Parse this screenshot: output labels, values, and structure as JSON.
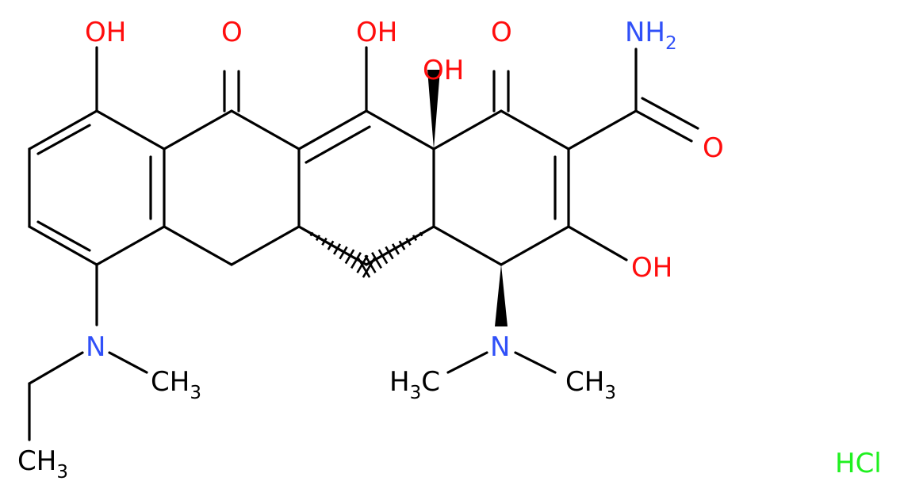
{
  "colors": {
    "bond": "#000000",
    "oxygen": "#ff0d0d",
    "nitrogen": "#3050f8",
    "carbon": "#000000",
    "chlorine": "#1ff01f"
  },
  "labels": {
    "oh_top_left": "OH",
    "o_ketone_left": "O",
    "oh_top_mid": "OH",
    "oh_stereo": "OH",
    "o_ketone_right": "O",
    "nh2": {
      "main": "NH",
      "sub": "2"
    },
    "o_amide": "O",
    "oh_enol_right": "OH",
    "n_left": "N",
    "ch3_left": {
      "main": "CH",
      "sub": "3"
    },
    "ch3_ethyl": {
      "main": "CH",
      "sub": "3"
    },
    "n_right": "N",
    "h3c_right": {
      "main": "H",
      "sub": "3",
      "tail": "C"
    },
    "ch3_right": {
      "main": "CH",
      "sub": "3"
    },
    "salt": "HCl"
  }
}
